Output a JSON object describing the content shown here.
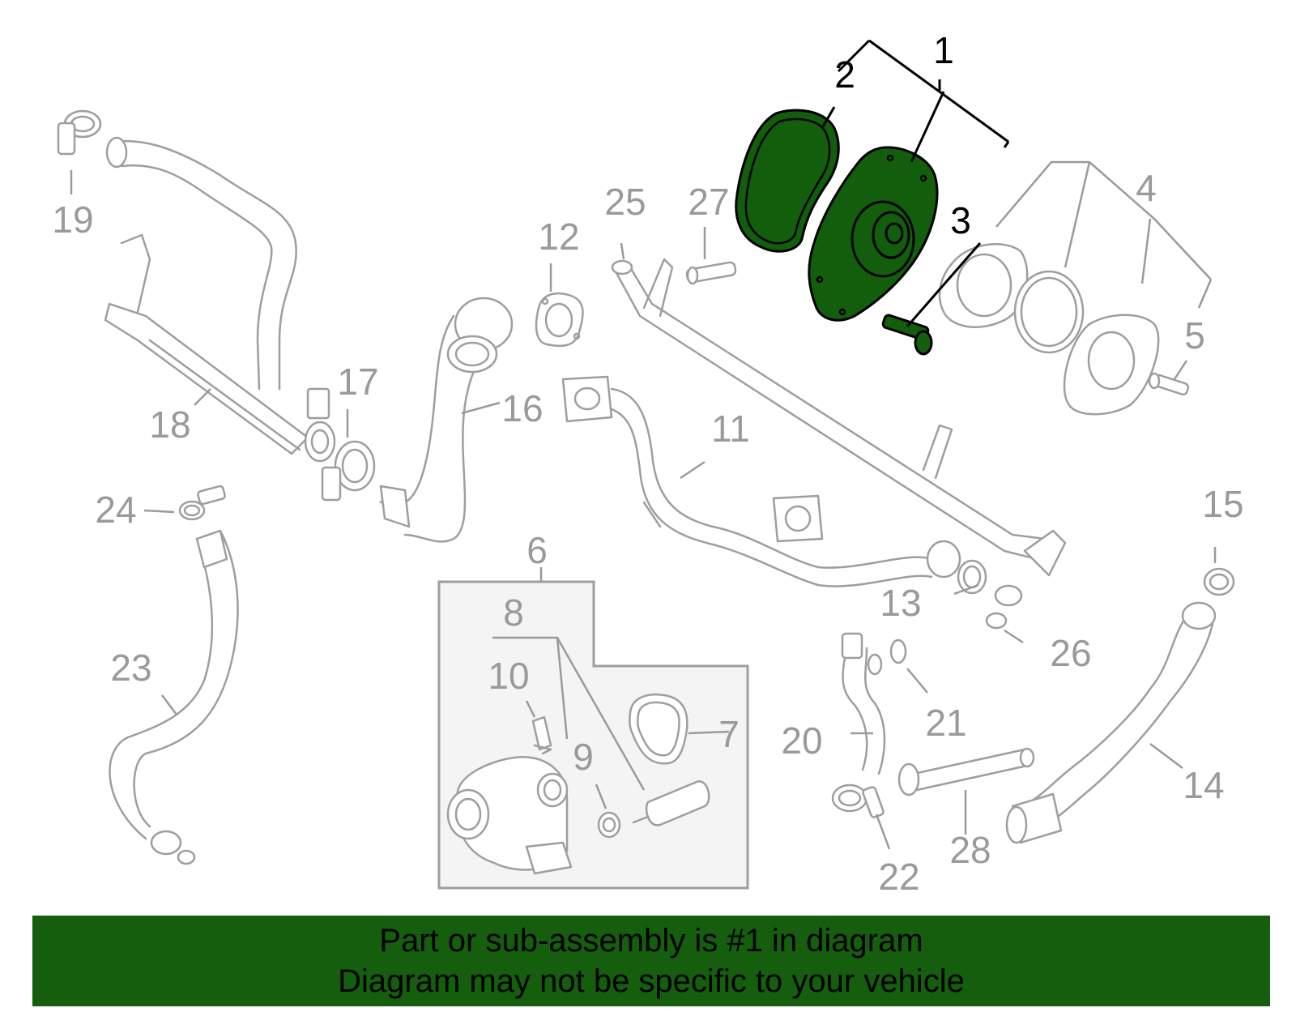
{
  "callouts": [
    {
      "num": "1",
      "highlighted": true
    },
    {
      "num": "2",
      "highlighted": true
    },
    {
      "num": "3",
      "highlighted": true
    },
    {
      "num": "4"
    },
    {
      "num": "5"
    },
    {
      "num": "6"
    },
    {
      "num": "7"
    },
    {
      "num": "8"
    },
    {
      "num": "9"
    },
    {
      "num": "10"
    },
    {
      "num": "11"
    },
    {
      "num": "12"
    },
    {
      "num": "13"
    },
    {
      "num": "14"
    },
    {
      "num": "15"
    },
    {
      "num": "16"
    },
    {
      "num": "17"
    },
    {
      "num": "18"
    },
    {
      "num": "19"
    },
    {
      "num": "20"
    },
    {
      "num": "21"
    },
    {
      "num": "22"
    },
    {
      "num": "23"
    },
    {
      "num": "24"
    },
    {
      "num": "25"
    },
    {
      "num": "26"
    },
    {
      "num": "27"
    },
    {
      "num": "28"
    }
  ],
  "banner": {
    "line1": "Part or sub-assembly is #1 in diagram",
    "line2": "Diagram may not be specific to your vehicle"
  },
  "colors": {
    "highlight_part": "#125e0c",
    "banner_background": "#145e0e",
    "part_outline": "#9e9e9e",
    "callout_gray": "#9a9a9a",
    "callout_highlight": "#000000"
  }
}
